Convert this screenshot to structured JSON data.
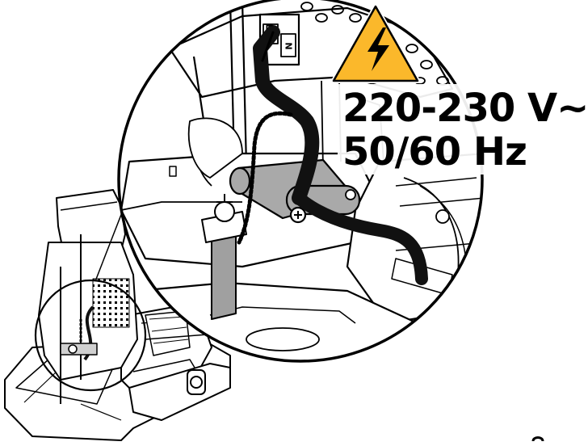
{
  "spec": {
    "voltage": "220-230 V~",
    "frequency": "50/60 Hz"
  },
  "terminals": {
    "line": "L",
    "neutral": "N"
  },
  "warning": {
    "icon": "high-voltage-warning-icon",
    "fill": "#FBB82B",
    "stroke": "#000000"
  },
  "colors": {
    "cable": "#111111",
    "bracket": "#A9A9A9",
    "outline": "#000000"
  }
}
